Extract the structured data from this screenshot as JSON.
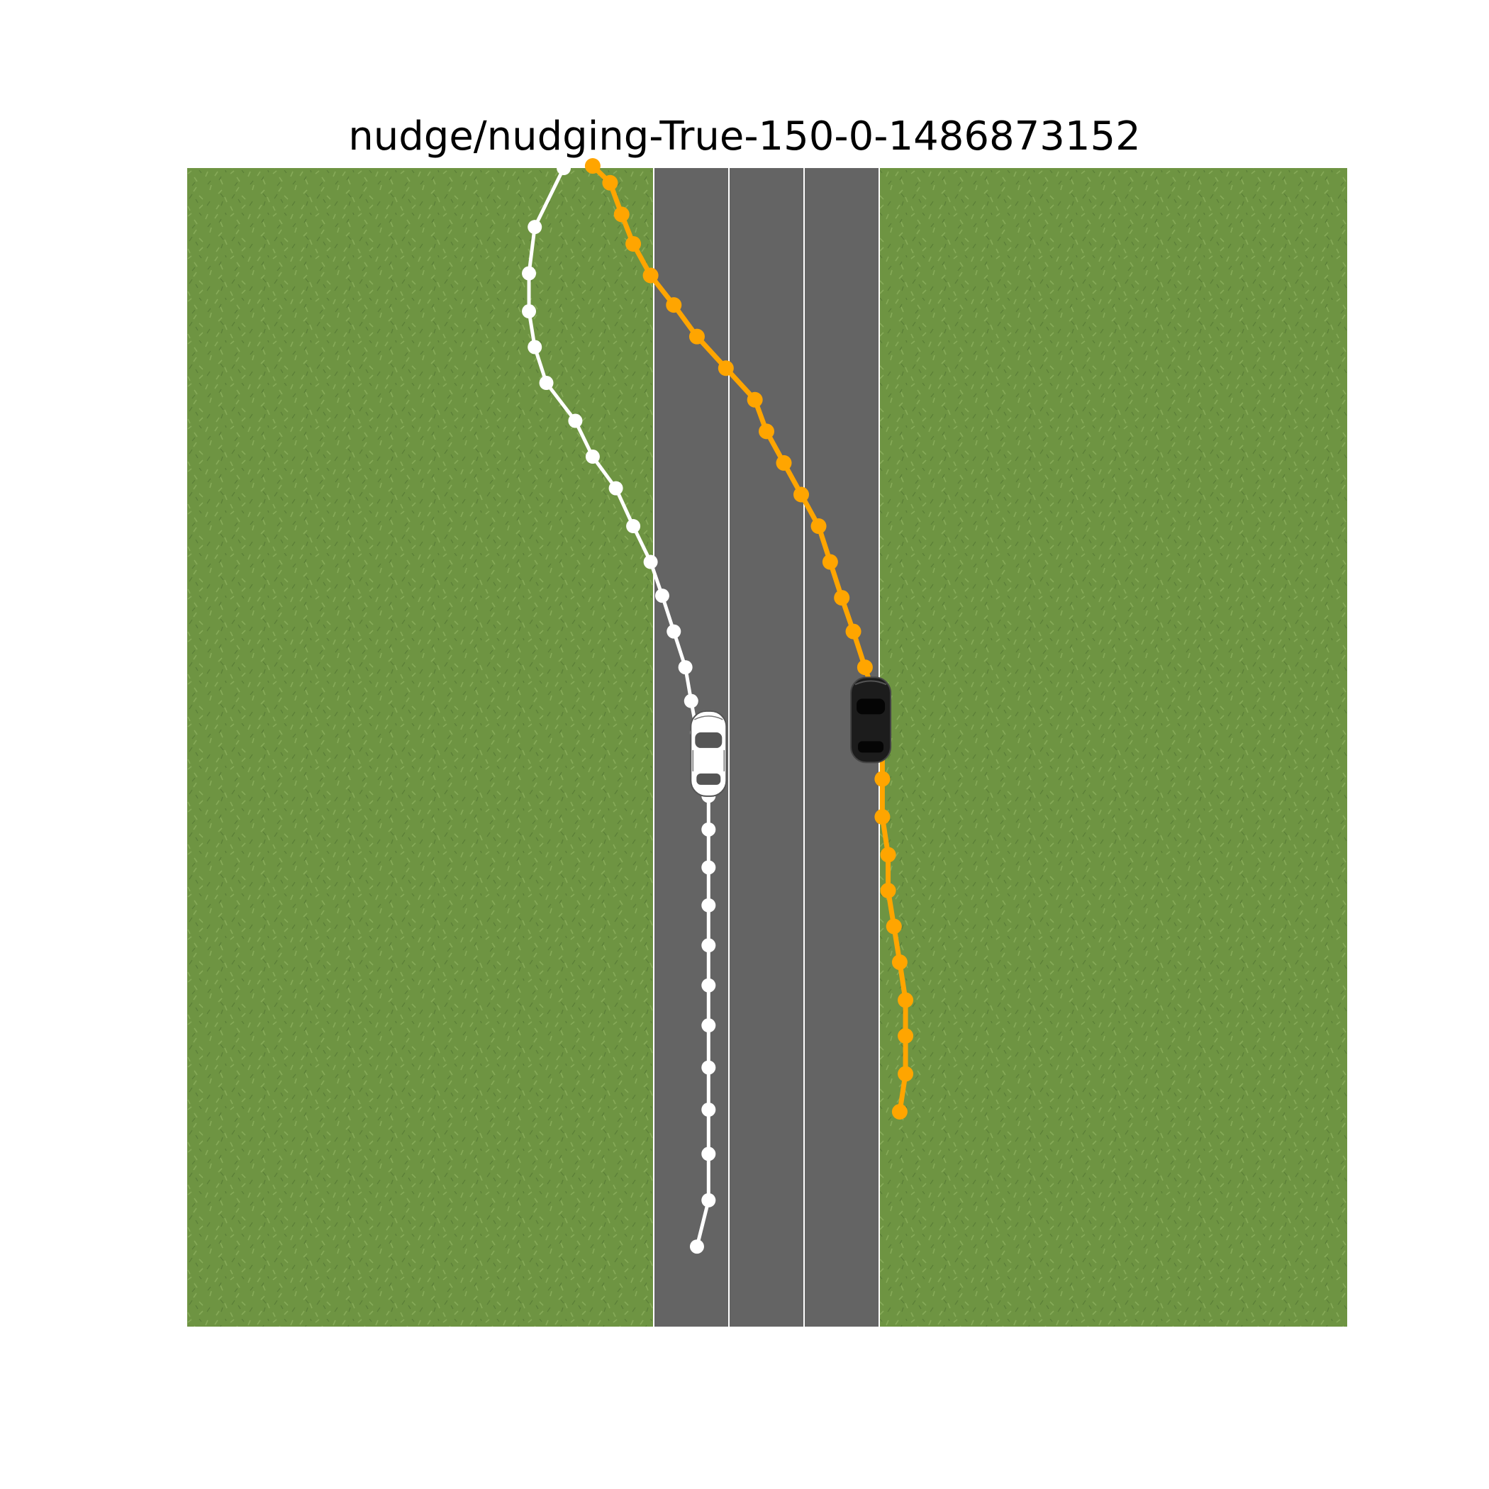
{
  "title": "nudge/nudging-True-150-0-1486873152",
  "colors": {
    "grass": "#6e9442",
    "grass_dark": "#5b7f38",
    "grass_light": "#86aa58",
    "road": "#646464",
    "lane_line": "#ffffff",
    "human_trajectory": "#ffffff",
    "robot_trajectory": "#ffa500",
    "human_car": "#ffffff",
    "robot_car": "#1a1a1a"
  },
  "scene": {
    "lanes": 3,
    "trajectories": [
      {
        "id": "white",
        "points": [
          [
            -0.35,
            3.8
          ],
          [
            -0.4,
            3.52
          ],
          [
            -0.41,
            3.3
          ],
          [
            -0.41,
            3.12
          ],
          [
            -0.4,
            2.95
          ],
          [
            -0.38,
            2.78
          ],
          [
            -0.33,
            2.6
          ],
          [
            -0.3,
            2.43
          ],
          [
            -0.26,
            2.28
          ],
          [
            -0.23,
            2.1
          ],
          [
            -0.2,
            1.93
          ],
          [
            -0.18,
            1.77
          ],
          [
            -0.16,
            1.6
          ],
          [
            -0.14,
            1.43
          ],
          [
            -0.13,
            1.27
          ],
          [
            -0.12,
            1.12
          ],
          [
            -0.11,
            0.97
          ],
          [
            -0.1,
            0.82
          ],
          [
            -0.1,
            0.66
          ],
          [
            -0.1,
            0.48
          ],
          [
            -0.1,
            0.3
          ],
          [
            -0.1,
            0.11
          ],
          [
            -0.1,
            -0.08
          ],
          [
            -0.1,
            -0.27
          ],
          [
            -0.1,
            -0.47
          ],
          [
            -0.1,
            -0.67
          ],
          [
            -0.1,
            -0.88
          ],
          [
            -0.1,
            -1.1
          ],
          [
            -0.12,
            -1.32
          ]
        ]
      },
      {
        "id": "orange",
        "points": [
          [
            -0.3,
            3.81
          ],
          [
            -0.27,
            3.73
          ],
          [
            -0.25,
            3.58
          ],
          [
            -0.23,
            3.44
          ],
          [
            -0.2,
            3.29
          ],
          [
            -0.16,
            3.15
          ],
          [
            -0.12,
            3.0
          ],
          [
            -0.07,
            2.85
          ],
          [
            -0.02,
            2.7
          ],
          [
            0.0,
            2.55
          ],
          [
            0.03,
            2.4
          ],
          [
            0.06,
            2.25
          ],
          [
            0.09,
            2.1
          ],
          [
            0.11,
            1.93
          ],
          [
            0.13,
            1.76
          ],
          [
            0.15,
            1.6
          ],
          [
            0.17,
            1.43
          ],
          [
            0.19,
            1.26
          ],
          [
            0.2,
            1.08
          ],
          [
            0.2,
            0.9
          ],
          [
            0.2,
            0.72
          ],
          [
            0.21,
            0.54
          ],
          [
            0.21,
            0.37
          ],
          [
            0.22,
            0.2
          ],
          [
            0.23,
            0.03
          ],
          [
            0.24,
            -0.15
          ],
          [
            0.24,
            -0.32
          ],
          [
            0.24,
            -0.5
          ],
          [
            0.23,
            -0.68
          ]
        ]
      }
    ],
    "cars": [
      {
        "id": "human",
        "color": "white",
        "x": -0.1,
        "y": 1.02
      },
      {
        "id": "robot",
        "color": "black",
        "x": 0.18,
        "y": 1.18
      }
    ]
  }
}
